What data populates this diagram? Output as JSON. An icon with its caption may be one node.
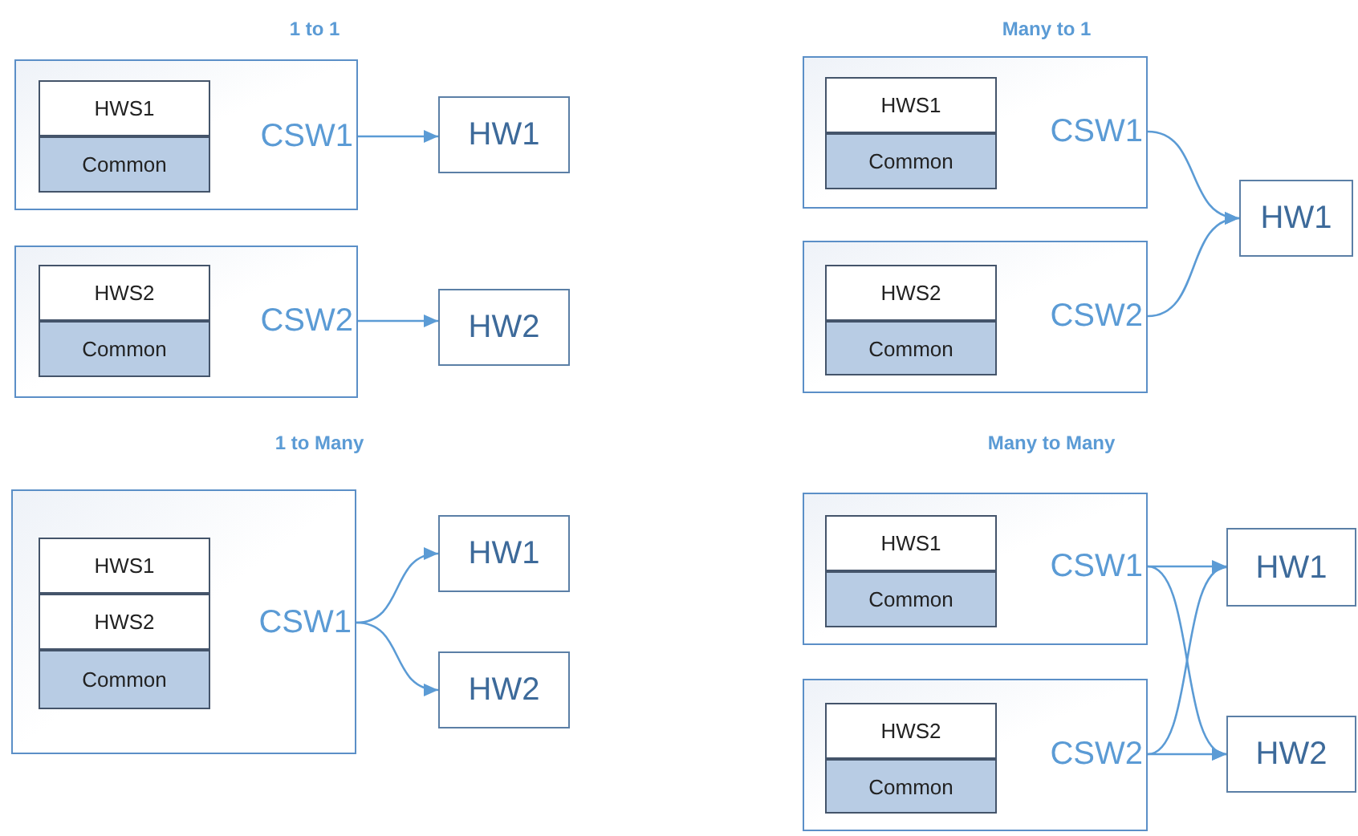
{
  "diagram": {
    "nodes": [
      {
        "text": [
          "CSW1"
        ]
      },
      {
        "text": [
          "HWS1"
        ],
        "in": 0
      },
      {
        "text": [
          "Common"
        ],
        "in": 0
      },
      {
        "text": [
          "HW1"
        ]
      },
      {
        "text": [
          "CSW2"
        ]
      },
      {
        "text": [
          "HWS2"
        ],
        "in": 4
      },
      {
        "text": [
          "Common"
        ],
        "in": 4
      },
      {
        "text": [
          "HW2"
        ]
      },
      {
        "text": [
          "CSW1"
        ]
      },
      {
        "text": [
          "HWS1"
        ],
        "in": 8
      },
      {
        "text": [
          "Common"
        ],
        "in": 8
      },
      {
        "text": [
          "CSW2"
        ]
      },
      {
        "text": [
          "HWS2"
        ],
        "in": 11
      },
      {
        "text": [
          "Common"
        ],
        "in": 11
      },
      {
        "text": [
          "HW1"
        ]
      },
      {
        "text": [
          "CSW1"
        ]
      },
      {
        "text": [
          "HWS1"
        ],
        "in": 15
      },
      {
        "text": [
          "HWS2"
        ],
        "in": 15
      },
      {
        "text": [
          "Common"
        ],
        "in": 15
      },
      {
        "text": [
          "HW1"
        ]
      },
      {
        "text": [
          "HW2"
        ]
      },
      {
        "text": [
          "CSW1"
        ]
      },
      {
        "text": [
          "HWS1"
        ],
        "in": 21
      },
      {
        "text": [
          "Common"
        ],
        "in": 21
      },
      {
        "text": [
          "CSW2"
        ]
      },
      {
        "text": [
          "HWS2"
        ],
        "in": 24
      },
      {
        "text": [
          "Common"
        ],
        "in": 24
      },
      {
        "text": [
          "HW1"
        ]
      },
      {
        "text": [
          "HW2"
        ]
      }
    ],
    "edges": [
      {
        "from": 0,
        "to": 3,
        "arrow": "to"
      },
      {
        "from": 4,
        "to": 7,
        "arrow": "to"
      },
      {
        "from": 8,
        "to": 14,
        "arrow": "to"
      },
      {
        "from": 11,
        "to": 14,
        "arrow": "to"
      },
      {
        "from": 15,
        "to": 19,
        "arrow": "to"
      },
      {
        "from": 15,
        "to": 20,
        "arrow": "to"
      },
      {
        "from": 21,
        "to": 27,
        "arrow": "to"
      },
      {
        "from": 21,
        "to": 28,
        "arrow": "to"
      },
      {
        "from": 24,
        "to": 27,
        "arrow": "to"
      },
      {
        "from": 24,
        "to": 28,
        "arrow": "to"
      }
    ],
    "labels": [
      "1 to 1",
      "Many to 1",
      "1 to Many",
      "Many to Many"
    ]
  }
}
